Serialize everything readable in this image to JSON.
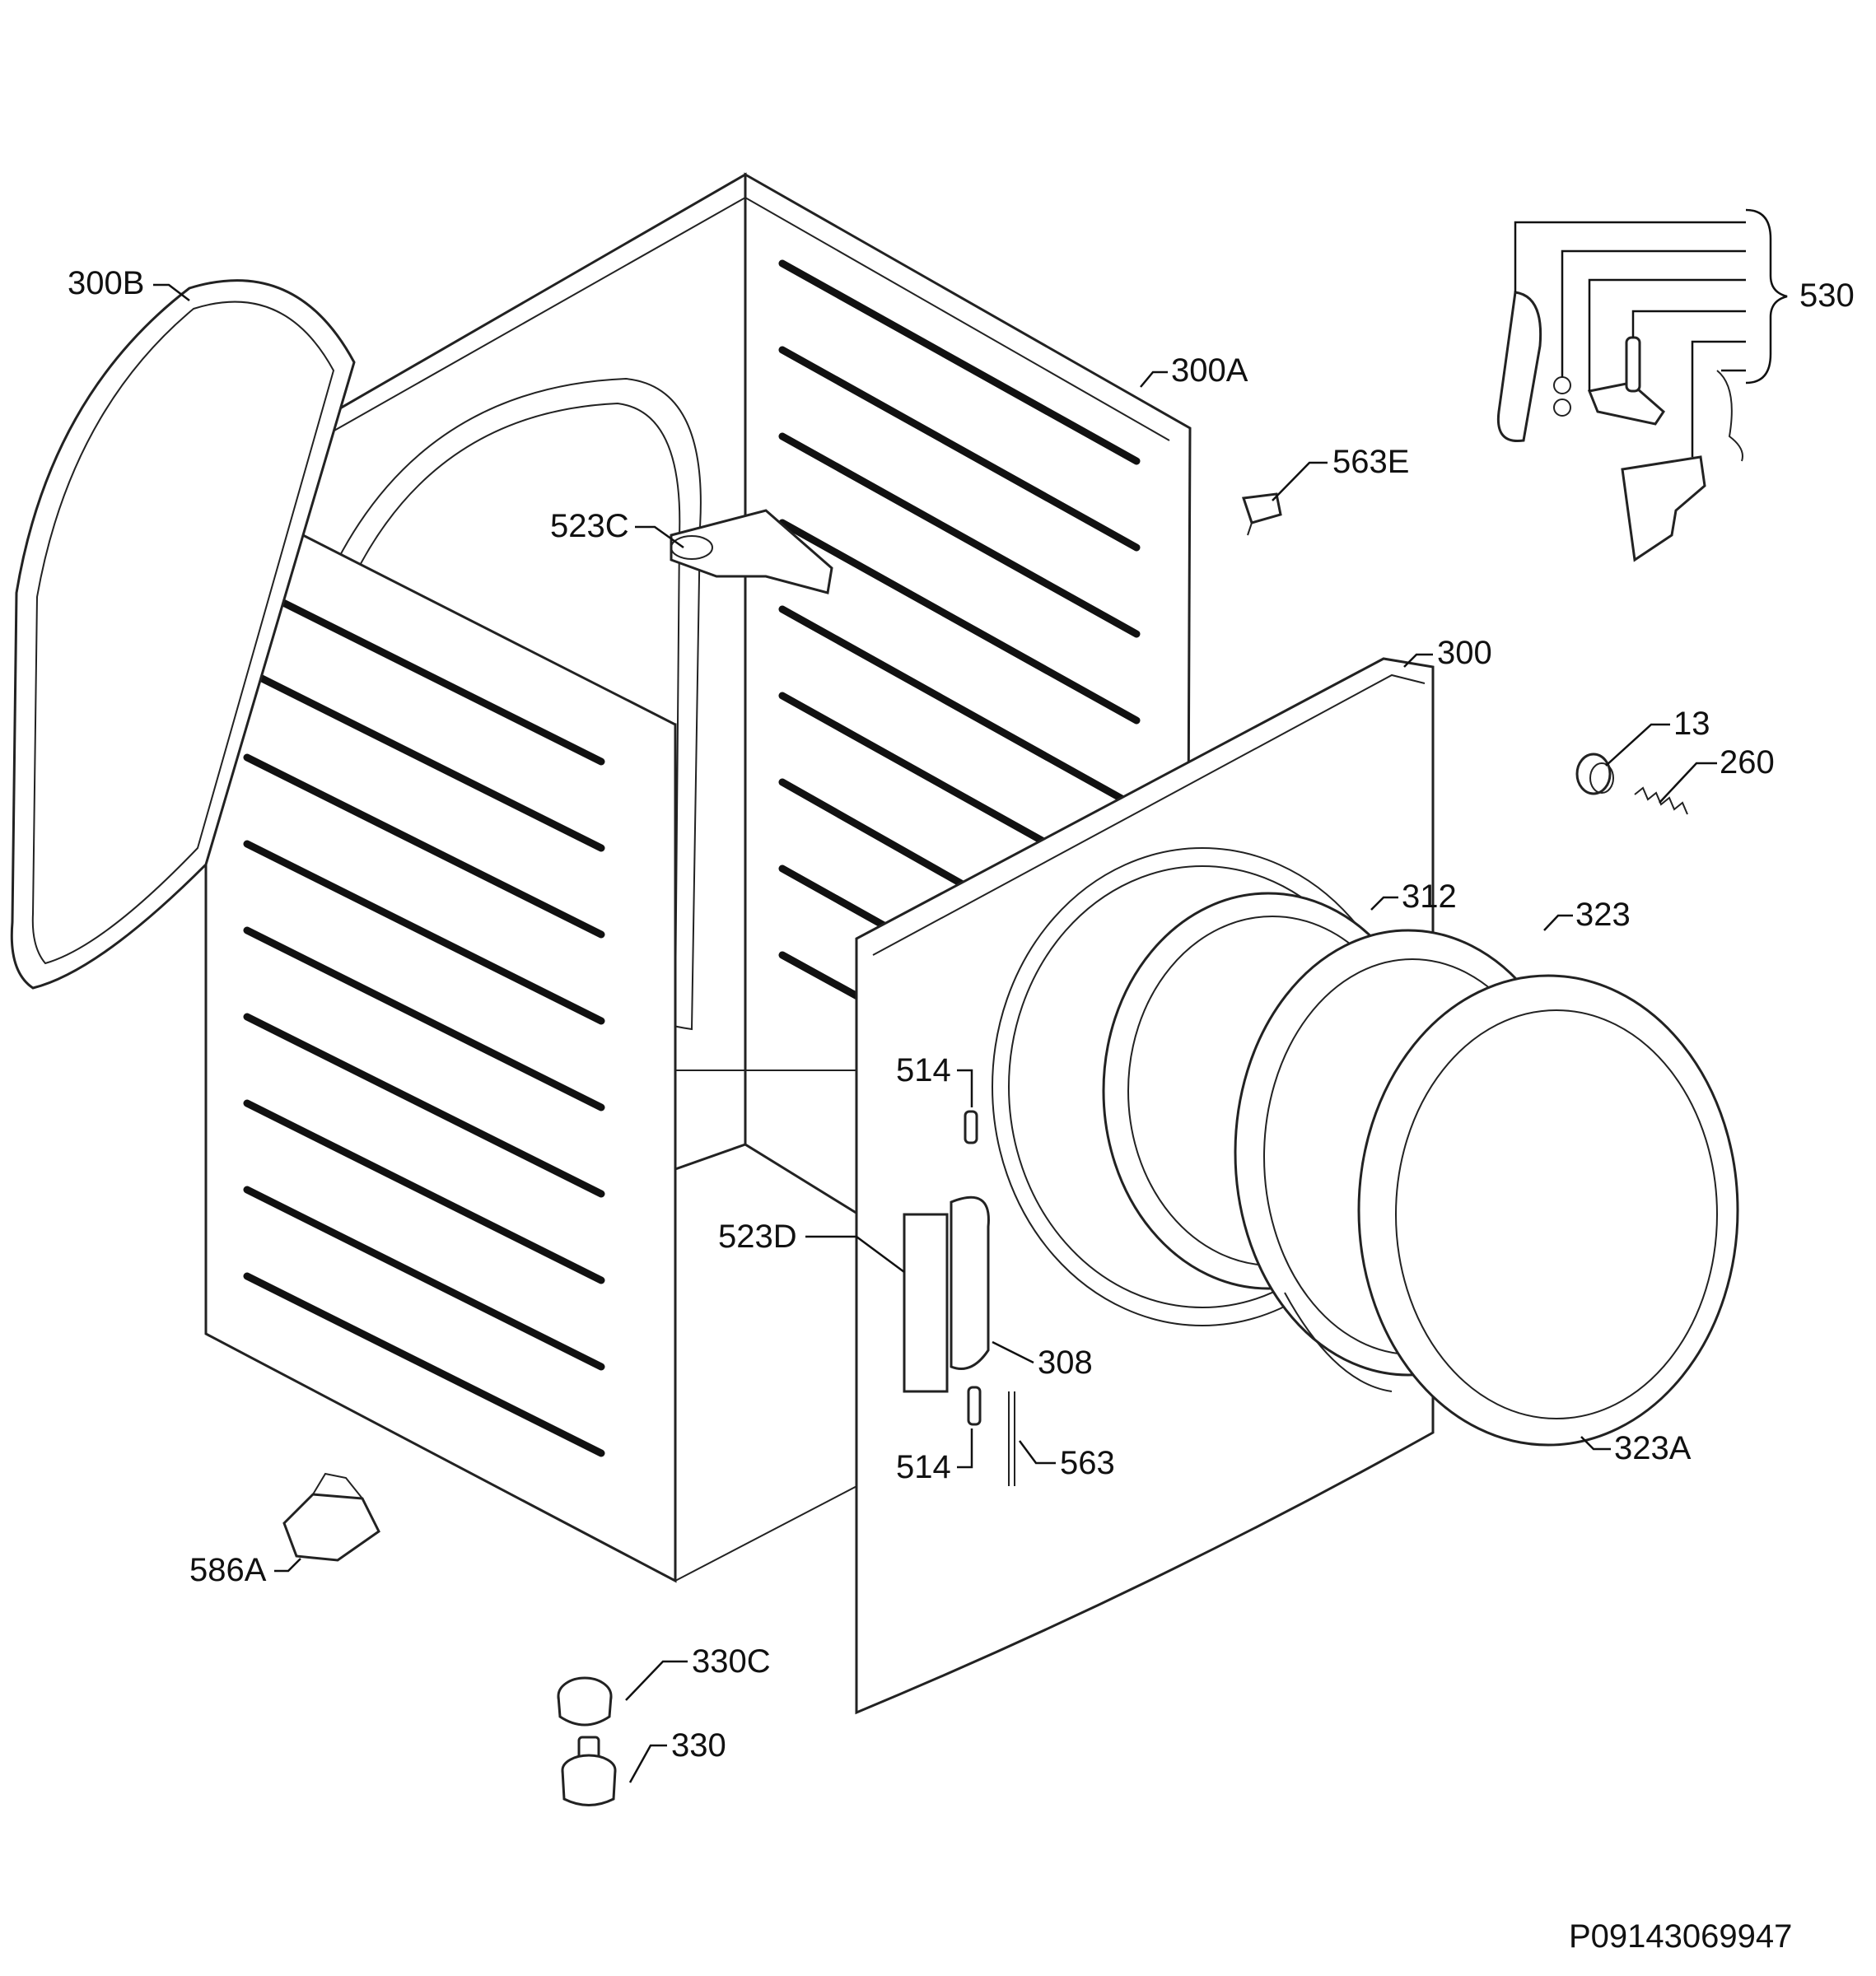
{
  "diagram": {
    "drawing_code": "P09143069947",
    "labels": {
      "l300B": "300B",
      "l300A": "300A",
      "l563E": "563E",
      "l523C": "523C",
      "l530": "530",
      "l300": "300",
      "l13": "13",
      "l260": "260",
      "l312": "312",
      "l323": "323",
      "l514a": "514",
      "l523D": "523D",
      "l308": "308",
      "l514b": "514",
      "l563": "563",
      "l323A": "323A",
      "l586A": "586A",
      "l330C": "330C",
      "l330": "330"
    }
  }
}
